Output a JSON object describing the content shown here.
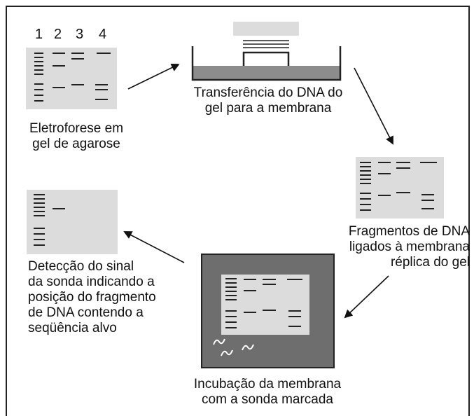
{
  "lanes": [
    "1",
    "2",
    "3",
    "4"
  ],
  "steps": {
    "electrophoresis": [
      "Eletroforese em",
      "gel de agarose"
    ],
    "transfer": [
      "Transferência do DNA do",
      "gel para a membrana"
    ],
    "fragments": [
      "Fragmentos de DNA",
      "ligados à membrana",
      "réplica do gel"
    ],
    "incubation": [
      "Incubação da membrana",
      "com a sonda marcada"
    ],
    "detection": [
      "Detecção do sinal",
      "da sonda indicando a",
      "posição do fragmento",
      "de DNA contendo a",
      "seqüência alvo"
    ]
  },
  "colors": {
    "gel": "#dcdcdc",
    "tray_liquid": "#8c8c8c",
    "incubation_box": "#6e6e6e",
    "line": "#222222"
  }
}
